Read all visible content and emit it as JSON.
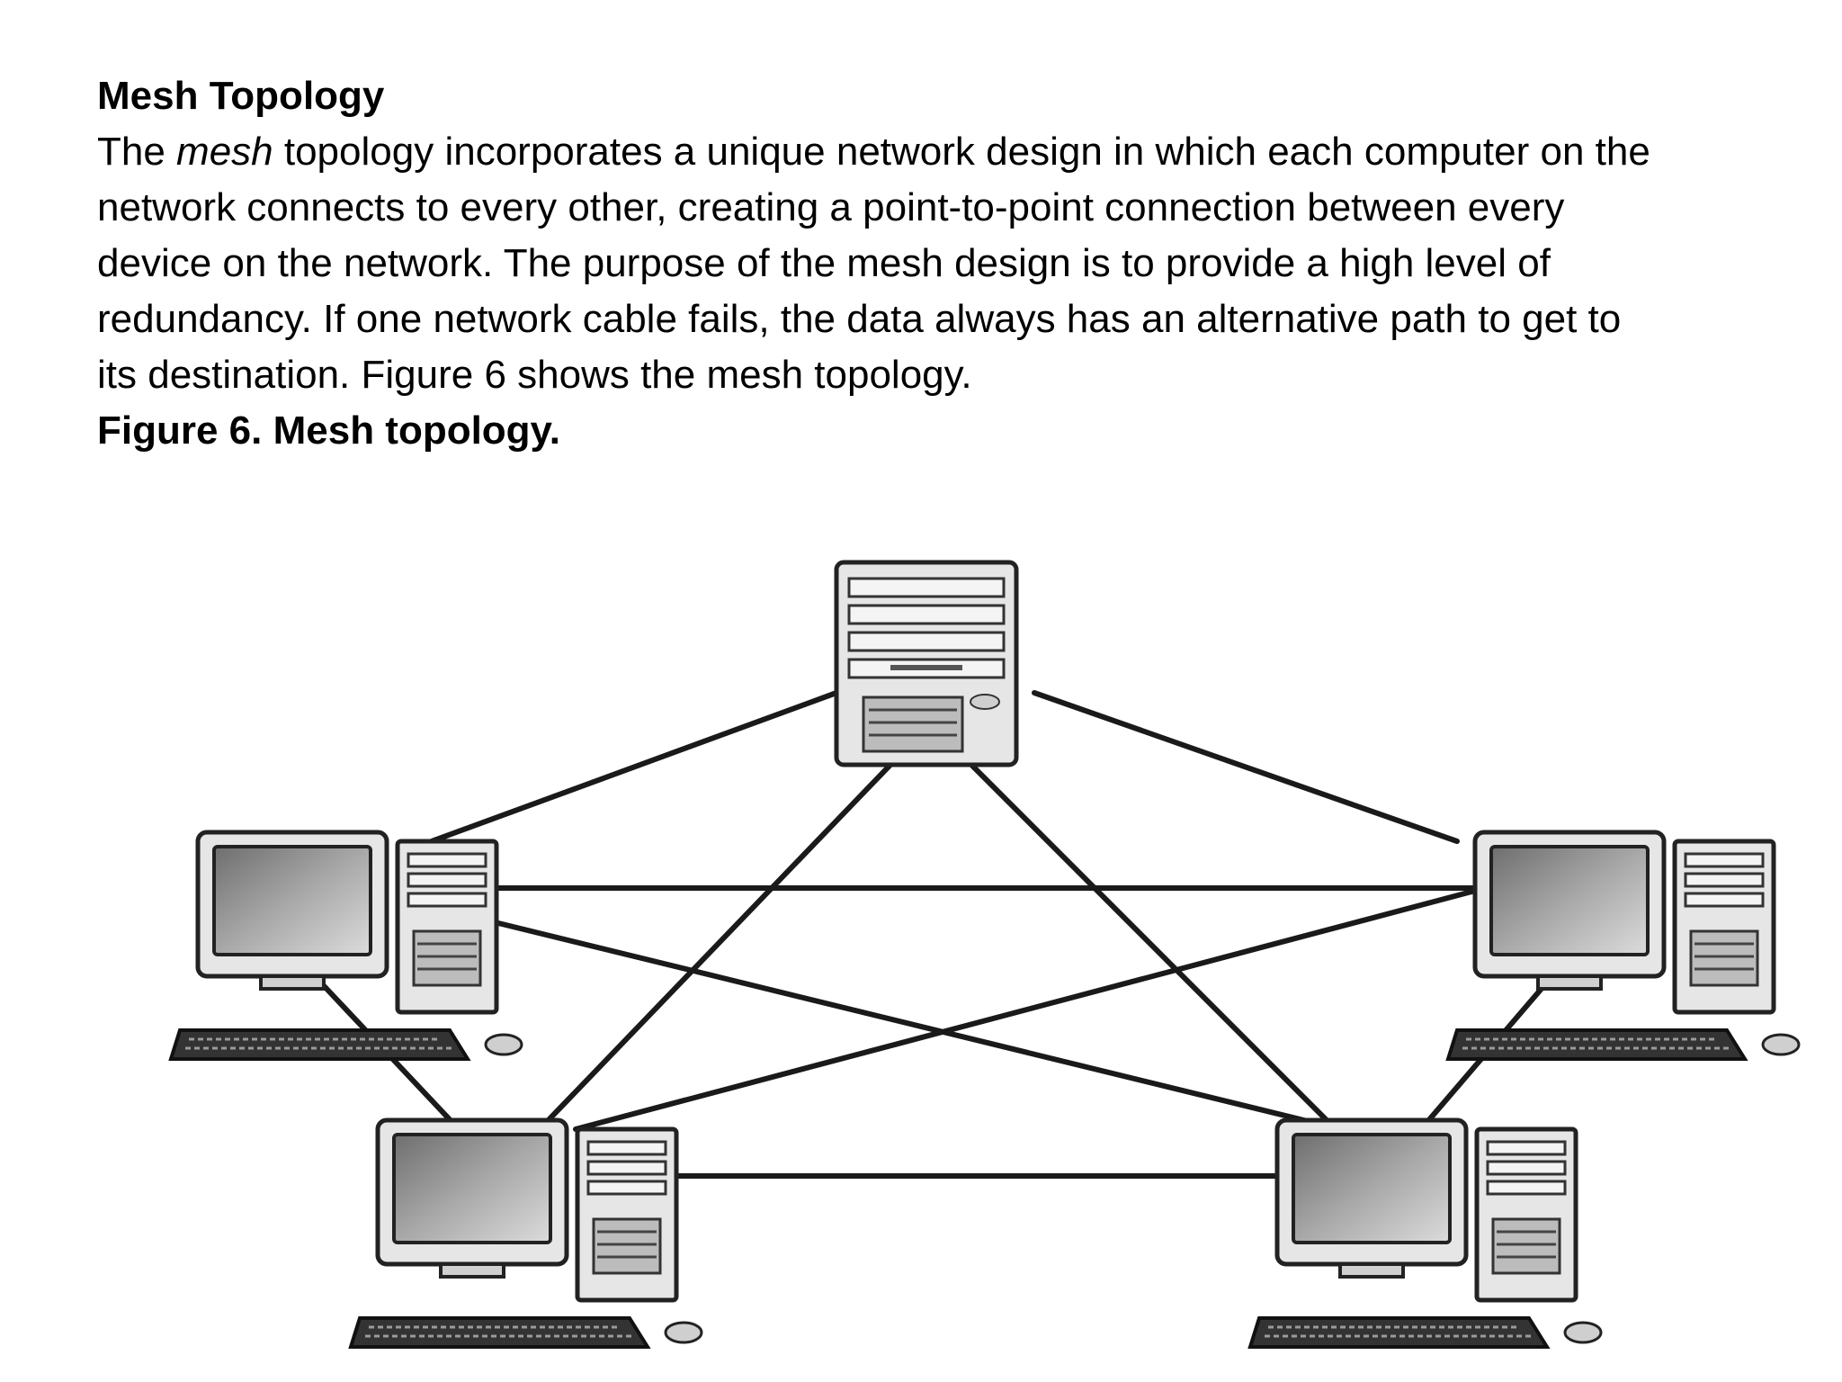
{
  "document": {
    "heading": "Mesh Topology",
    "paragraph": {
      "intro": "The ",
      "emphasis": "mesh",
      "line1_rest": " topology incorporates a unique network design in which each computer on the",
      "line2": "network connects to every other, creating a point-to-point connection between every",
      "line3": "device on the network. The purpose of the mesh design is to provide a high level of",
      "line4": "redundancy. If one network cable fails, the data always has an alternative path to get to",
      "line5": "its destination. Figure 6 shows the mesh topology."
    },
    "caption": "Figure 6. Mesh topology."
  },
  "figure": {
    "nodes": [
      {
        "id": "server-top",
        "icon": "server-tower-icon"
      },
      {
        "id": "pc-upper-left",
        "icon": "desktop-computer-icon"
      },
      {
        "id": "pc-upper-right",
        "icon": "desktop-computer-icon"
      },
      {
        "id": "pc-lower-left",
        "icon": "desktop-computer-icon"
      },
      {
        "id": "pc-lower-right",
        "icon": "desktop-computer-icon"
      }
    ],
    "links": [
      [
        "server-top",
        "pc-upper-left"
      ],
      [
        "server-top",
        "pc-upper-right"
      ],
      [
        "server-top",
        "pc-lower-left"
      ],
      [
        "server-top",
        "pc-lower-right"
      ],
      [
        "pc-upper-left",
        "pc-upper-right"
      ],
      [
        "pc-upper-left",
        "pc-lower-left"
      ],
      [
        "pc-upper-left",
        "pc-lower-right"
      ],
      [
        "pc-upper-right",
        "pc-lower-left"
      ],
      [
        "pc-upper-right",
        "pc-lower-right"
      ],
      [
        "pc-lower-left",
        "pc-lower-right"
      ]
    ],
    "colors": {
      "line": "#1a1a1a",
      "device_body": "#e6e6e6",
      "device_outline": "#222222",
      "screen": "#8c8c8c"
    }
  }
}
